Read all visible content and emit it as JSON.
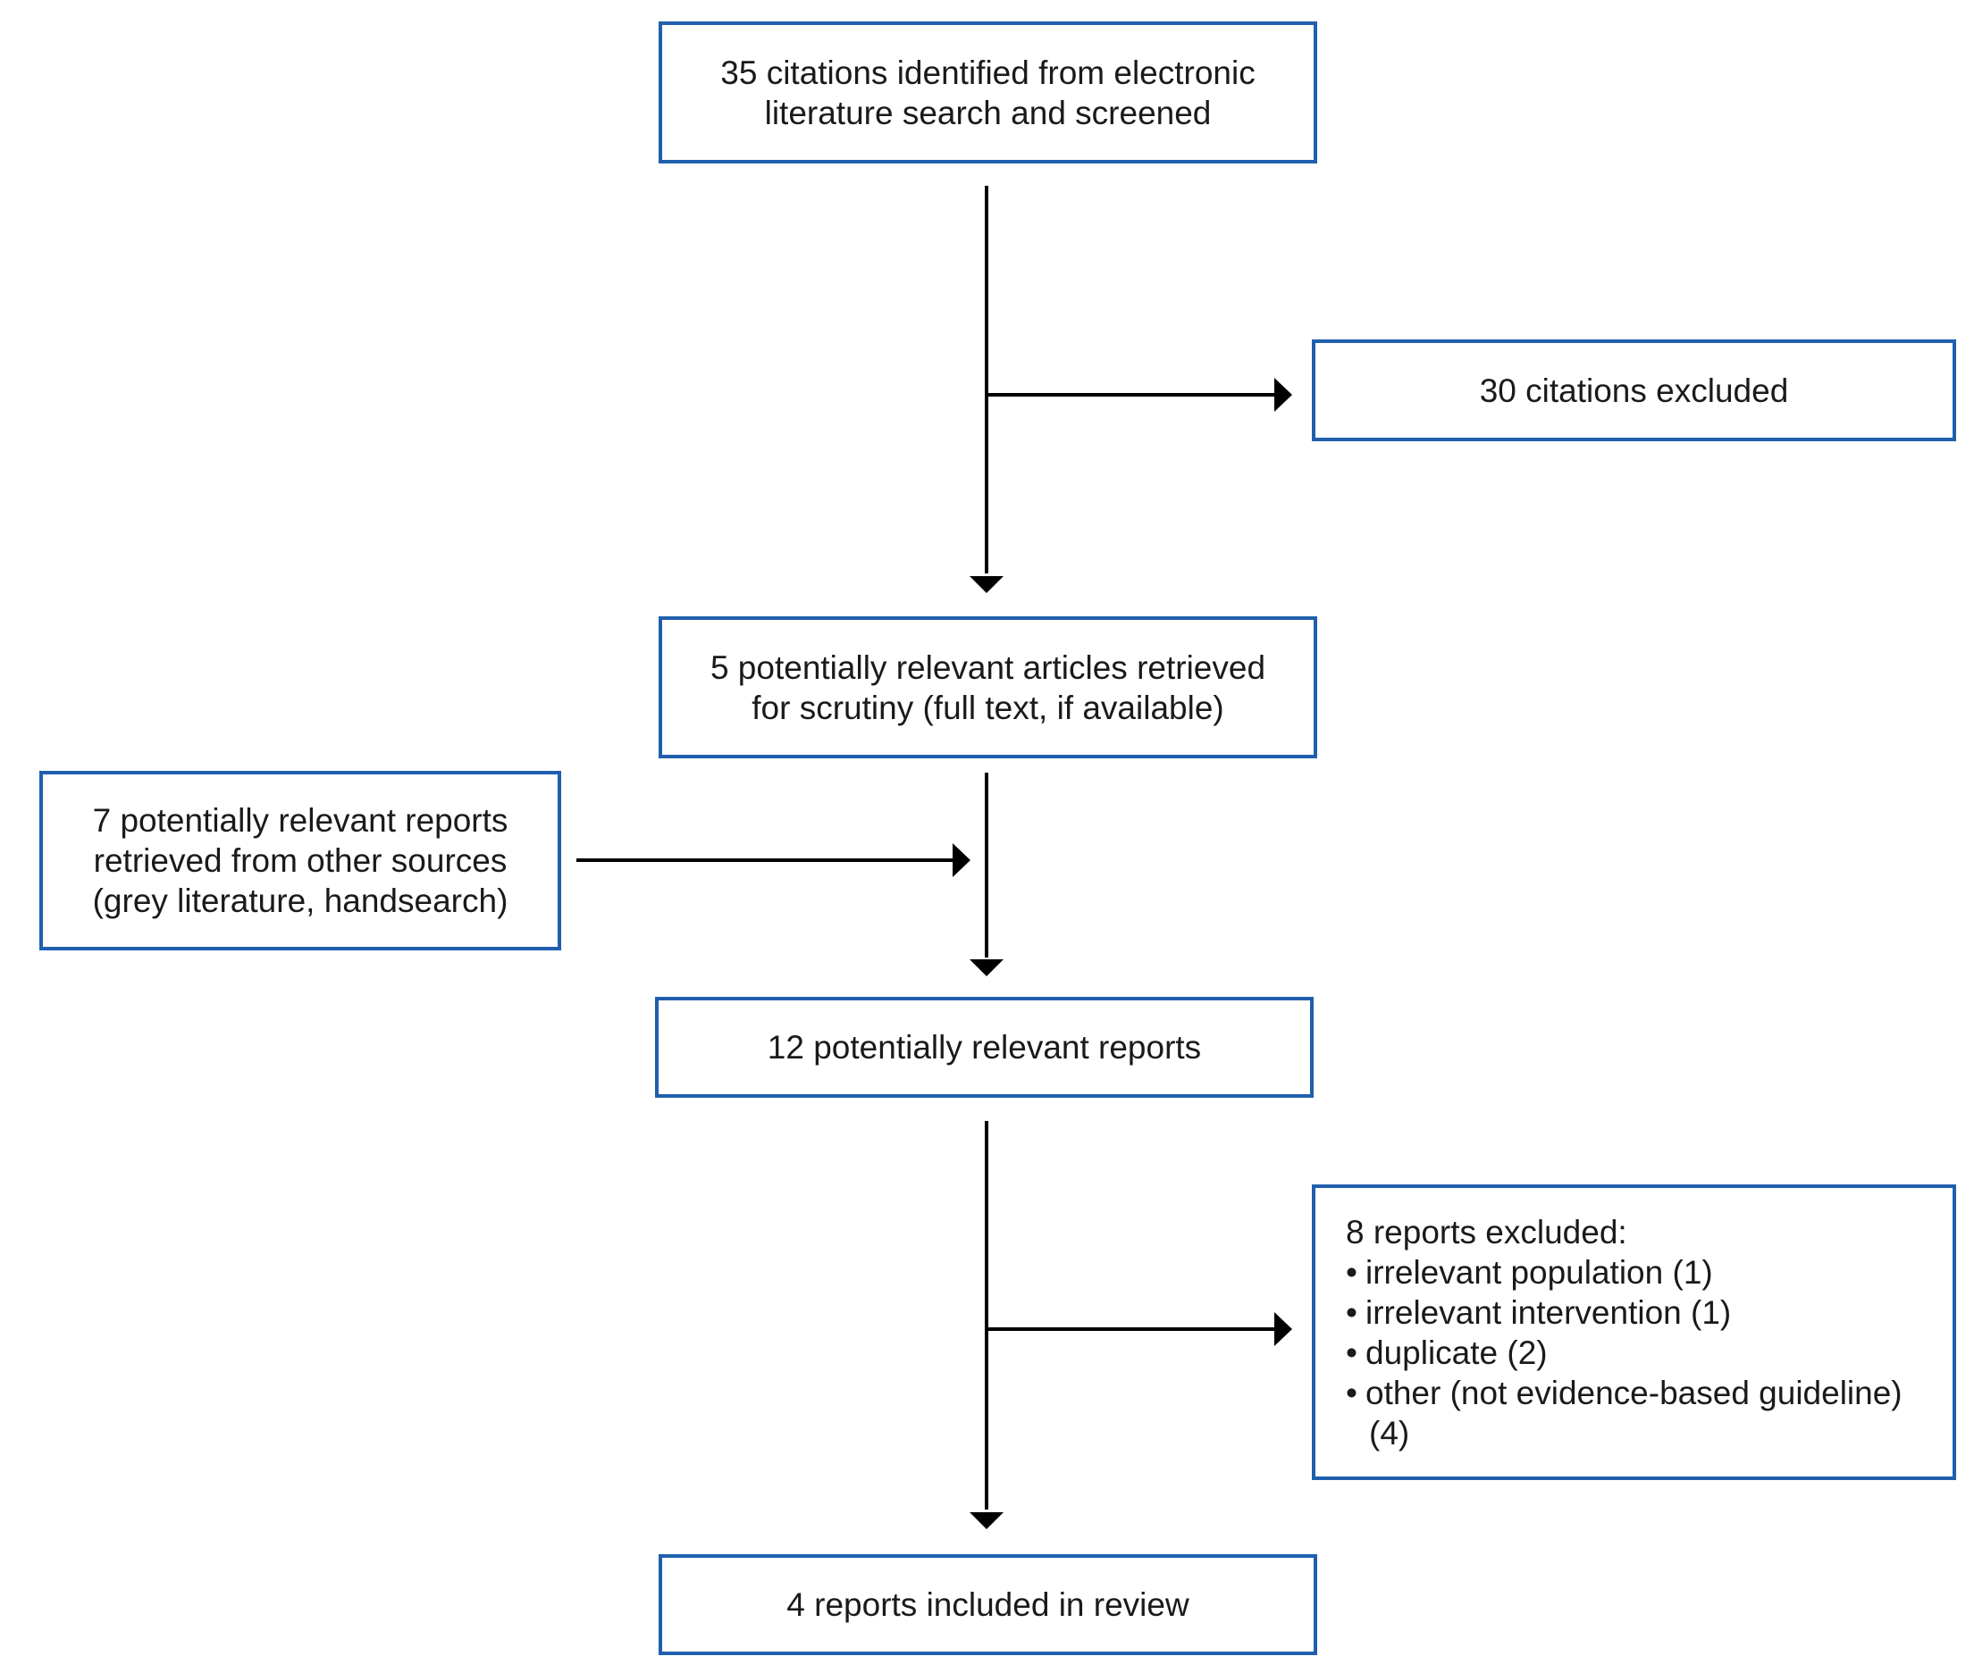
{
  "colors": {
    "box_border": "#1f5fae",
    "connector": "#000000",
    "text": "#1a1a1a"
  },
  "boxes": {
    "identified": {
      "line1": "35 citations identified from electronic",
      "line2": "literature search and screened"
    },
    "excluded_citations": {
      "text": "30 citations excluded"
    },
    "retrieved": {
      "line1": "5 potentially relevant articles retrieved",
      "line2": "for scrutiny (full text, if available)"
    },
    "other_sources": {
      "line1": "7 potentially relevant reports",
      "line2": "retrieved from other sources",
      "line3": "(grey literature, handsearch)"
    },
    "relevant_reports": {
      "text": "12 potentially relevant reports"
    },
    "excluded_reports": {
      "heading": "8 reports excluded:",
      "items": [
        {
          "text": "irrelevant population (1)"
        },
        {
          "text": "irrelevant intervention (1)"
        },
        {
          "text": "duplicate (2)"
        },
        {
          "text": "other (not evidence-based guideline)",
          "continuation": "(4)"
        }
      ]
    },
    "included": {
      "text": "4 reports included in review"
    }
  }
}
